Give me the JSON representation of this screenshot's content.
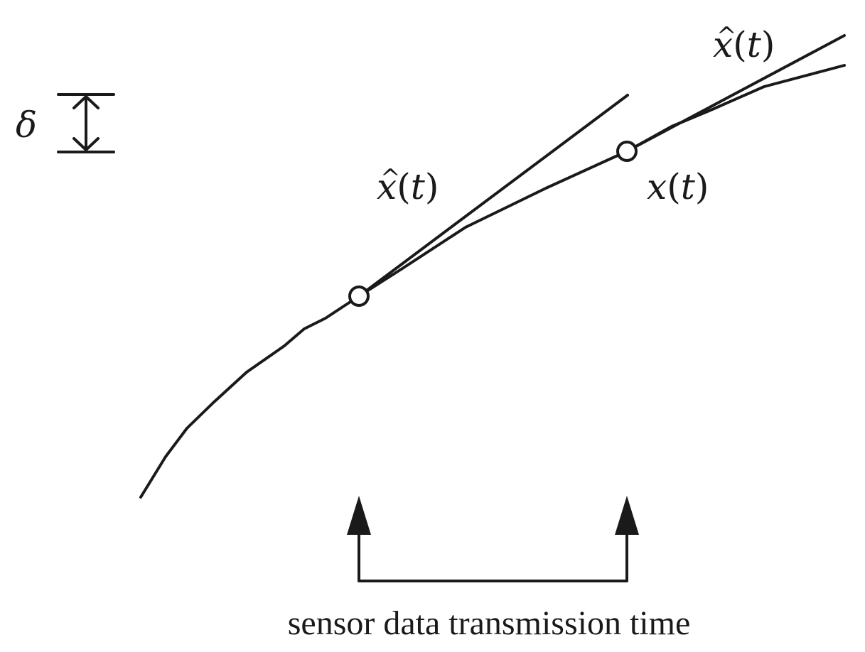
{
  "labels": {
    "delta": "δ",
    "estimate_label_1": {
      "hat": "^",
      "var": "x",
      "open": "(",
      "arg": "t",
      "close": ")"
    },
    "estimate_label_2": {
      "hat": "^",
      "var": "x",
      "open": "(",
      "arg": "t",
      "close": ")"
    },
    "true_state_label": {
      "var": "x",
      "open": "(",
      "arg": "t",
      "close": ")"
    },
    "caption": "sensor data transmission time"
  },
  "colors": {
    "ink": "#1a1a1a",
    "background": "#ffffff"
  }
}
